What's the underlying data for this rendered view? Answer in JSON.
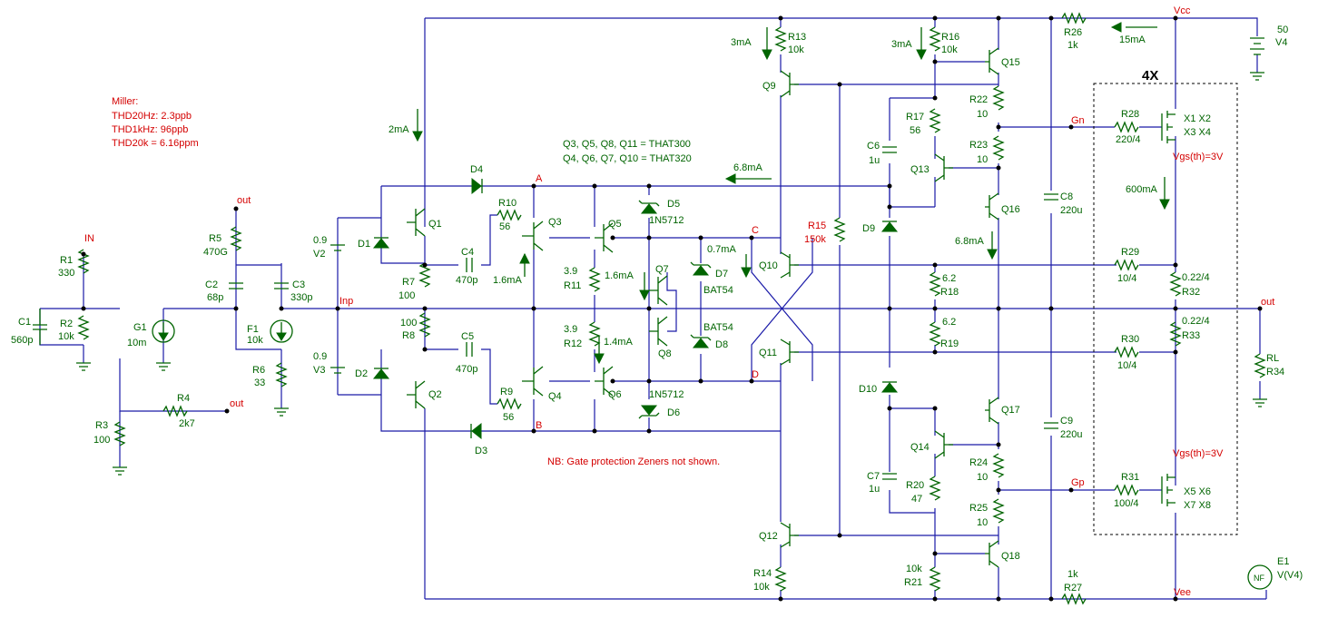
{
  "notes": {
    "miller": [
      "Miller:",
      "THD20Hz: 2.3ppb",
      "THD1kHz: 96ppb",
      "THD20k = 6.16ppm"
    ],
    "transistor_map": [
      "Q3, Q5, Q8, Q11 = THAT300",
      "Q4, Q6, Q7, Q10 = THAT320"
    ],
    "nb": "NB: Gate protection Zeners not shown.",
    "multiplier": "4X"
  },
  "nets": {
    "in": "IN",
    "out_r5": "out",
    "out_r4": "out",
    "out_main": "out",
    "inp": "Inp",
    "vcc": "Vcc",
    "vee": "Vee",
    "A": "A",
    "B": "B",
    "C": "C",
    "D": "D",
    "gn": "Gn",
    "gp": "Gp"
  },
  "components": {
    "R1": [
      "R1",
      "330"
    ],
    "R2": [
      "R2",
      "10k"
    ],
    "C1": [
      "C1",
      "560p"
    ],
    "G1": [
      "G1",
      "10m"
    ],
    "R3": [
      "R3",
      "100"
    ],
    "R4": [
      "R4",
      "2k7"
    ],
    "R5": [
      "R5",
      "470G"
    ],
    "C2": [
      "C2",
      "68p"
    ],
    "C3": [
      "C3",
      "330p"
    ],
    "F1": [
      "F1",
      "10k"
    ],
    "R6": [
      "R6",
      "33"
    ],
    "V2": [
      "0.9",
      "V2"
    ],
    "V3": [
      "0.9",
      "V3"
    ],
    "Q1": "Q1",
    "Q2": "Q2",
    "D1": "D1",
    "D2": "D2",
    "D3": "D3",
    "D4": "D4",
    "R7": [
      "R7",
      "100"
    ],
    "R8": [
      "100",
      "R8"
    ],
    "C4": [
      "C4",
      "470p"
    ],
    "C5": [
      "C5",
      "470p"
    ],
    "R10": [
      "R10",
      "56"
    ],
    "R9": [
      "R9",
      "56"
    ],
    "Q3": "Q3",
    "Q4": "Q4",
    "Q5": "Q5",
    "Q6": "Q6",
    "Q7": "Q7",
    "Q8": "Q8",
    "R11": [
      "3.9",
      "R11"
    ],
    "R12": [
      "3.9",
      "R12"
    ],
    "D5": [
      "D5",
      "1N5712"
    ],
    "D6": [
      "1N5712",
      "D6"
    ],
    "D7": [
      "D7",
      "BAT54"
    ],
    "D8": [
      "BAT54",
      "D8"
    ],
    "R13": [
      "R13",
      "10k"
    ],
    "R14": [
      "R14",
      "10k"
    ],
    "Q9": "Q9",
    "Q10": "Q10",
    "Q11": "Q11",
    "Q12": "Q12",
    "R15": [
      "R15",
      "150k"
    ],
    "R16": [
      "R16",
      "10k"
    ],
    "R17": [
      "R17",
      "56"
    ],
    "C6": [
      "C6",
      "1u"
    ],
    "C7": [
      "C7",
      "1u"
    ],
    "Q13": "Q13",
    "Q14": "Q14",
    "Q15": "Q15",
    "Q16": "Q16",
    "Q17": "Q17",
    "Q18": "Q18",
    "D9": "D9",
    "D10": "D10",
    "R18": [
      "6.2",
      "R18"
    ],
    "R19": [
      "6.2",
      "R19"
    ],
    "R20": [
      "R20",
      "47"
    ],
    "R21": [
      "10k",
      "R21"
    ],
    "R22": [
      "R22",
      "10"
    ],
    "R23": [
      "R23",
      "10"
    ],
    "R24": [
      "R24",
      "10"
    ],
    "R25": [
      "R25",
      "10"
    ],
    "R26": [
      "R26",
      "1k"
    ],
    "R27": [
      "1k",
      "R27"
    ],
    "C8": [
      "C8",
      "220u"
    ],
    "C9": [
      "C9",
      "220u"
    ],
    "V4": [
      "50",
      "V4"
    ],
    "R28": [
      "R28",
      "220/4"
    ],
    "R29": [
      "R29",
      "10/4"
    ],
    "R30": [
      "R30",
      "10/4"
    ],
    "R31": [
      "R31",
      "100/4"
    ],
    "R32": [
      "0.22/4",
      "R32"
    ],
    "R33": [
      "0.22/4",
      "R33"
    ],
    "X_top": [
      "X1  X2",
      "X3  X4"
    ],
    "X_bot": [
      "X5  X6",
      "X7  X8"
    ],
    "vgs_top": "Vgs(th)=3V",
    "vgs_bot": "Vgs(th)=3V",
    "RL": [
      "RL",
      "R34"
    ],
    "E1": [
      "E1",
      "V(V4)"
    ],
    "E1_sym": "NF"
  },
  "currents": {
    "i2mA": "2mA",
    "i3mA_a": "3mA",
    "i3mA_b": "3mA",
    "i15mA": "15mA",
    "i600mA": "600mA",
    "i6_8mA": "6.8mA",
    "i1_6mA_a": "1.6mA",
    "i1_6mA_b": "1.6mA",
    "i1_4mA": "1.4mA",
    "i0_7mA": "0.7mA",
    "i6_8mA_b": "6.8mA"
  }
}
